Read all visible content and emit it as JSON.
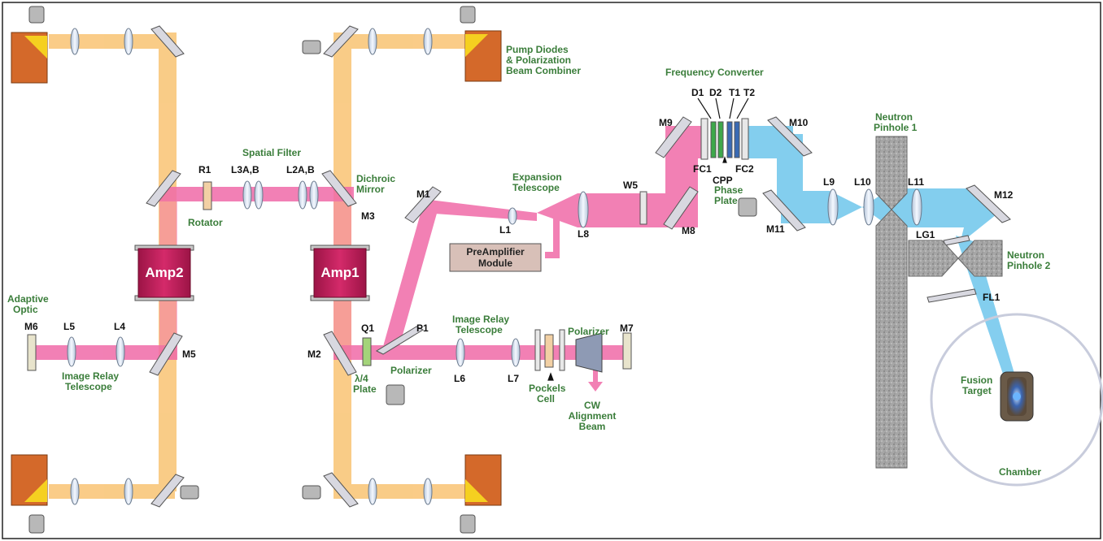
{
  "colors": {
    "pump_beam": "#f9c77b",
    "ir_beam": "#f06aa8",
    "uv_beam": "#6ec6ec",
    "diode": "#d4692a",
    "amplifier": "#c21c5c",
    "pinhole": "#9c9c9c",
    "green_label": "#3a7d3a"
  },
  "green_labels": {
    "pump_diodes_1": "Pump Diodes",
    "pump_diodes_2": "& Polarization",
    "pump_diodes_3": "Beam Combiner",
    "spatial_filter": "Spatial Filter",
    "rotator": "Rotator",
    "dichroic_1": "Dichroic",
    "dichroic_2": "Mirror",
    "expansion_1": "Expansion",
    "expansion_2": "Telescope",
    "frequency_converter": "Frequency Converter",
    "phase_plate_1": "Phase",
    "phase_plate_2": "Plate",
    "adaptive_1": "Adaptive",
    "adaptive_2": "Optic",
    "image_relay_left_1": "Image Relay",
    "image_relay_left_2": "Telescope",
    "image_relay_right_1": "Image Relay",
    "image_relay_right_2": "Telescope",
    "polarizer_1": "Polarizer",
    "polarizer_2": "Polarizer",
    "quarter_wave_1": "λ/4",
    "quarter_wave_2": "Plate",
    "pockels_1": "Pockels",
    "pockels_2": "Cell",
    "cw_1": "CW",
    "cw_2": "Alignment",
    "cw_3": "Beam",
    "neutron1_1": "Neutron",
    "neutron1_2": "Pinhole 1",
    "neutron2_1": "Neutron",
    "neutron2_2": "Pinhole 2",
    "fusion_1": "Fusion",
    "fusion_2": "Target",
    "chamber": "Chamber"
  },
  "component_labels": {
    "R1": "R1",
    "L3AB": "L3A,B",
    "L2AB": "L2A,B",
    "M3": "M3",
    "M1": "M1",
    "L1": "L1",
    "L8": "L8",
    "W5": "W5",
    "M8": "M8",
    "M9": "M9",
    "M10": "M10",
    "D1": "D1",
    "D2": "D2",
    "T1": "T1",
    "T2": "T2",
    "FC1": "FC1",
    "FC2": "FC2",
    "CPP": "CPP",
    "L9": "L9",
    "L10": "L10",
    "L11": "L11",
    "M11": "M11",
    "M12": "M12",
    "LG1": "LG1",
    "FL1": "FL1",
    "M6": "M6",
    "L5": "L5",
    "L4": "L4",
    "M5": "M5",
    "M2": "M2",
    "Q1": "Q1",
    "P1": "P1",
    "L6": "L6",
    "L7": "L7",
    "M7": "M7"
  },
  "amplifiers": {
    "amp1": "Amp1",
    "amp2": "Amp2"
  },
  "modules": {
    "preamp_1": "PreAmplifier",
    "preamp_2": "Module"
  }
}
